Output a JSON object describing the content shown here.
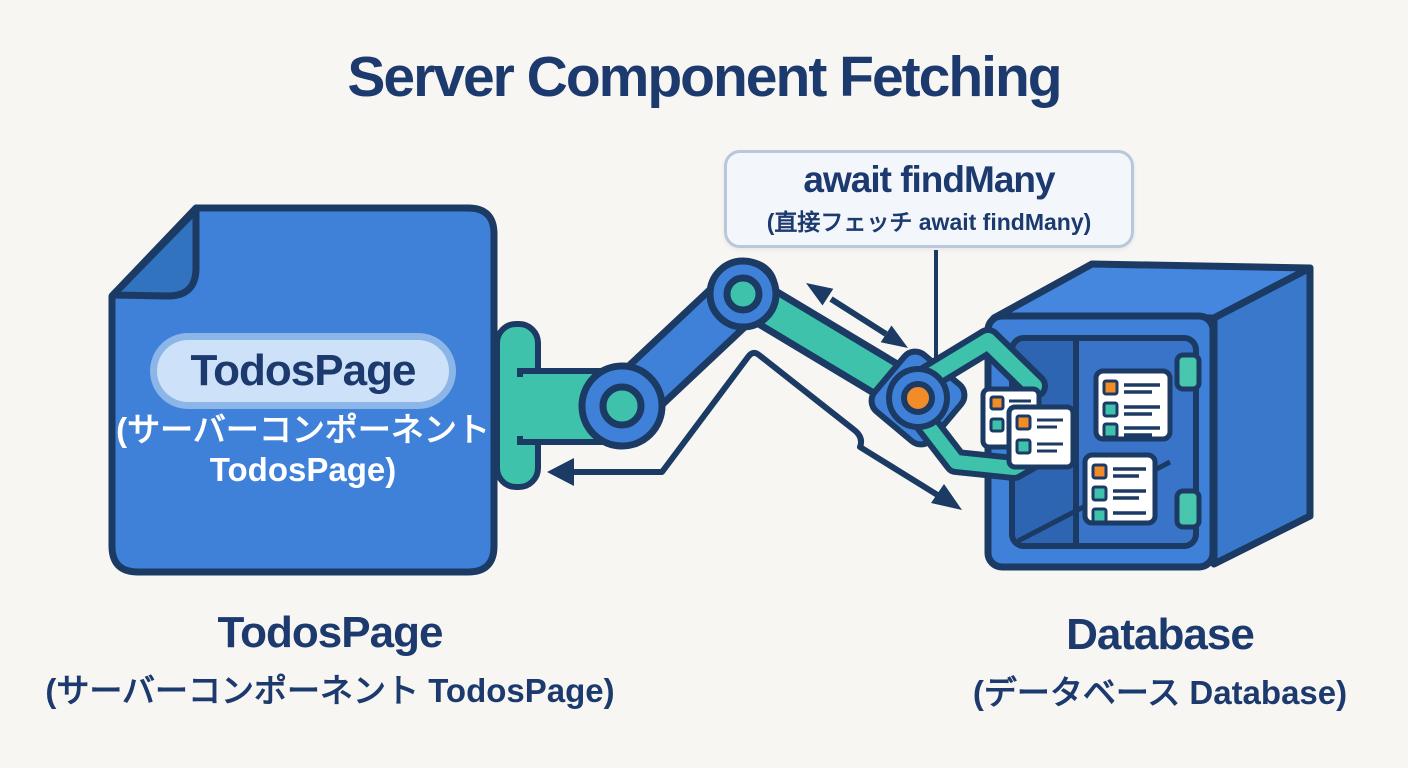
{
  "title": "Server Component Fetching",
  "callout": {
    "code": "await findMany",
    "annotation": "(直接フェッチ await findMany)"
  },
  "document": {
    "badge": "TodosPage",
    "annotation_line1": "(サーバーコンポーネント",
    "annotation_line2": "TodosPage)"
  },
  "captions": {
    "component": {
      "name": "TodosPage",
      "annotation": "(サーバーコンポーネント TodosPage)"
    },
    "database": {
      "name": "Database",
      "annotation": "(データベース Database)"
    }
  },
  "colors": {
    "background": "#f8f6f3",
    "navy_text": "#1c3a6e",
    "outline": "#1b3a64",
    "blue": "#3f81d8",
    "blue_fold": "#3273c0",
    "blue_safe_top": "#4587de",
    "blue_safe_side": "#3a78cc",
    "blue_safe_interior": "#2e65b2",
    "teal": "#3fc2ab",
    "orange": "#f28c28",
    "badge_bg": "#cde1f8",
    "callout_bg": "#f3f7fc",
    "callout_border": "#b8c8da",
    "card_bg": "#ffffff"
  },
  "icons": {
    "document": "document-icon",
    "robot_arm": "robot-arm-icon",
    "database": "database-safe-icon",
    "todo_cards": "todo-card-icon",
    "double_arrow": "double-arrow-icon",
    "return_arrow": "return-arrow-icon"
  }
}
